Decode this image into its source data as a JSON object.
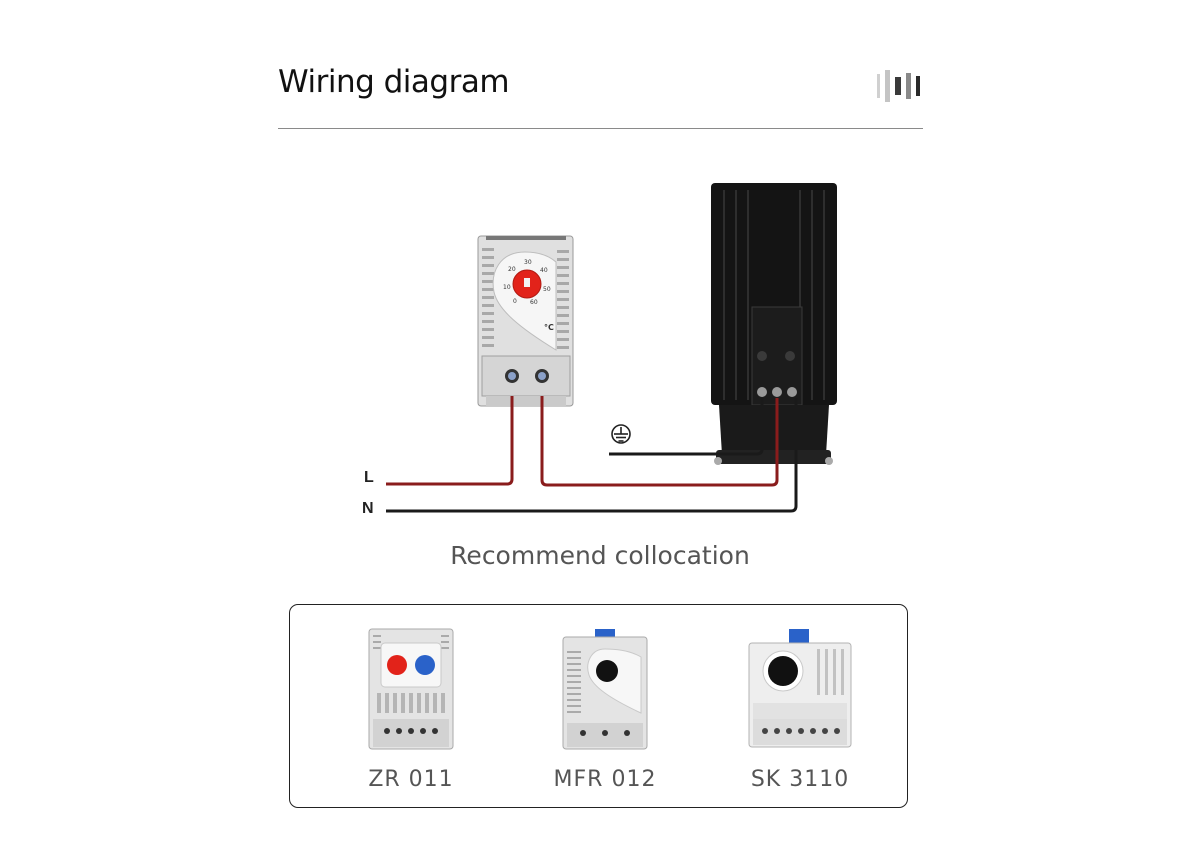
{
  "header": {
    "title": "Wiring diagram",
    "decor_icon": "vertical-bars-icon"
  },
  "diagram": {
    "label_L": "L",
    "label_N": "N",
    "ground_icon": "ground-symbol-icon",
    "thermostat": {
      "dial_marks": [
        "0",
        "10",
        "20",
        "30",
        "40",
        "50",
        "60"
      ],
      "unit": "°C"
    },
    "colors": {
      "live_wire": "#8a1c1c",
      "neutral_wire": "#1a1a1a",
      "dial": "#e2231a",
      "heater_body": "#141414"
    }
  },
  "recommend": {
    "title": "Recommend collocation",
    "products": [
      {
        "name": "ZR 011"
      },
      {
        "name": "MFR 012"
      },
      {
        "name": "SK 3110"
      }
    ]
  }
}
